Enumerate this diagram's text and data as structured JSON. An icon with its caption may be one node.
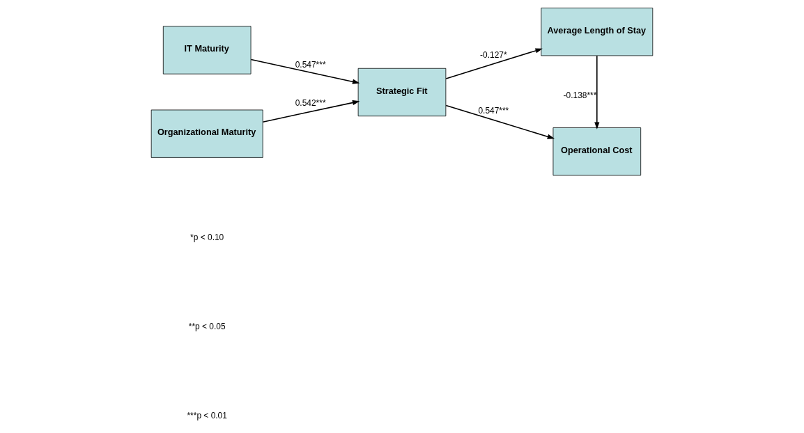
{
  "diagram": {
    "nodes": [
      {
        "text": [
          "IT Maturity"
        ]
      },
      {
        "text": [
          "Organizational Maturity"
        ]
      },
      {
        "text": [
          "Strategic Fit"
        ]
      },
      {
        "text": [
          "Average Length of Stay"
        ]
      },
      {
        "text": [
          "Operational Cost"
        ]
      }
    ],
    "edges": [
      {
        "from": 0,
        "to": 2,
        "arrow": "to",
        "label": "0.547***"
      },
      {
        "from": 1,
        "to": 2,
        "arrow": "to",
        "label": "0.542***"
      },
      {
        "from": 2,
        "to": 3,
        "arrow": "to",
        "label": "-0.127*"
      },
      {
        "from": 2,
        "to": 4,
        "arrow": "to",
        "label": "0.547***"
      },
      {
        "from": 3,
        "to": 4,
        "arrow": "to",
        "label": "-0.138***"
      }
    ],
    "labels": [
      "*p < 0.10",
      "**p < 0.05",
      "***p < 0.01"
    ]
  }
}
